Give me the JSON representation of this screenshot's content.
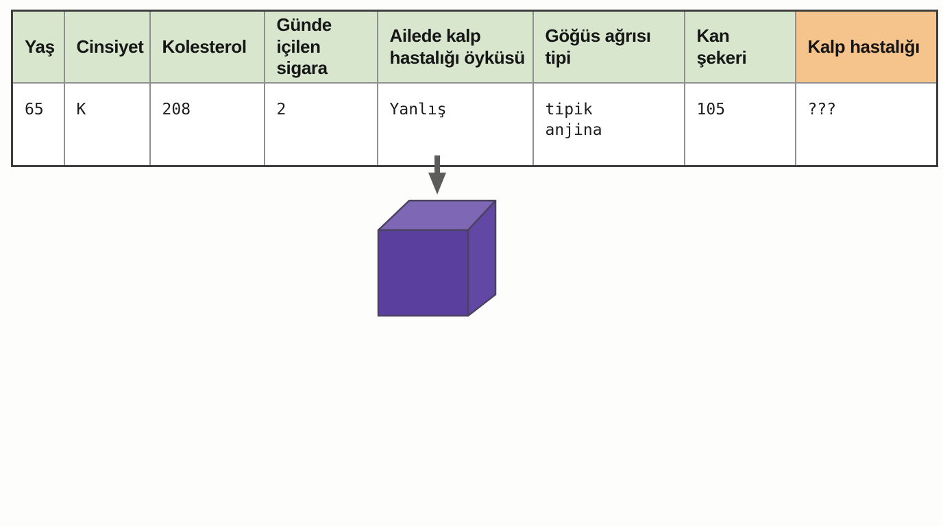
{
  "table": {
    "headers": [
      {
        "id": "yas",
        "label": "Yaş"
      },
      {
        "id": "cinsiyet",
        "label": "Cinsiyet"
      },
      {
        "id": "kolesterol",
        "label": "Kolesterol"
      },
      {
        "id": "sigara",
        "label": "Günde\niçilen sigara"
      },
      {
        "id": "aile-oykusu",
        "label": "Ailede kalp\nhastalığı öyküsü"
      },
      {
        "id": "gogus-agrisi",
        "label": "Göğüs ağrısı\ntipi"
      },
      {
        "id": "kan-sekeri",
        "label": "Kan\nşekeri"
      },
      {
        "id": "kalp-hastaligi",
        "label": "Kalp hastalığı"
      }
    ],
    "row": {
      "yas": "65",
      "cinsiyet": "K",
      "kolesterol": "208",
      "sigara": "2",
      "aile_oykusu": "Yanlış",
      "gogus_agrisi": "tipik\nanjina",
      "kan_sekeri": "105",
      "kalp_hastaligi": "???"
    },
    "colors": {
      "header_bg": "#d7e6cd",
      "target_header_bg": "#f5c38c",
      "outer_border": "#3e3e3e",
      "inner_border": "#8f8f8f"
    }
  },
  "diagram": {
    "arrow_icon": "down-arrow",
    "arrow_color": "#5c5c5c",
    "model_shape": "cube",
    "cube_colors": {
      "front": "#5b3f9e",
      "top": "#7e68b5",
      "right": "#6347a5",
      "edge": "#4a4260"
    }
  }
}
